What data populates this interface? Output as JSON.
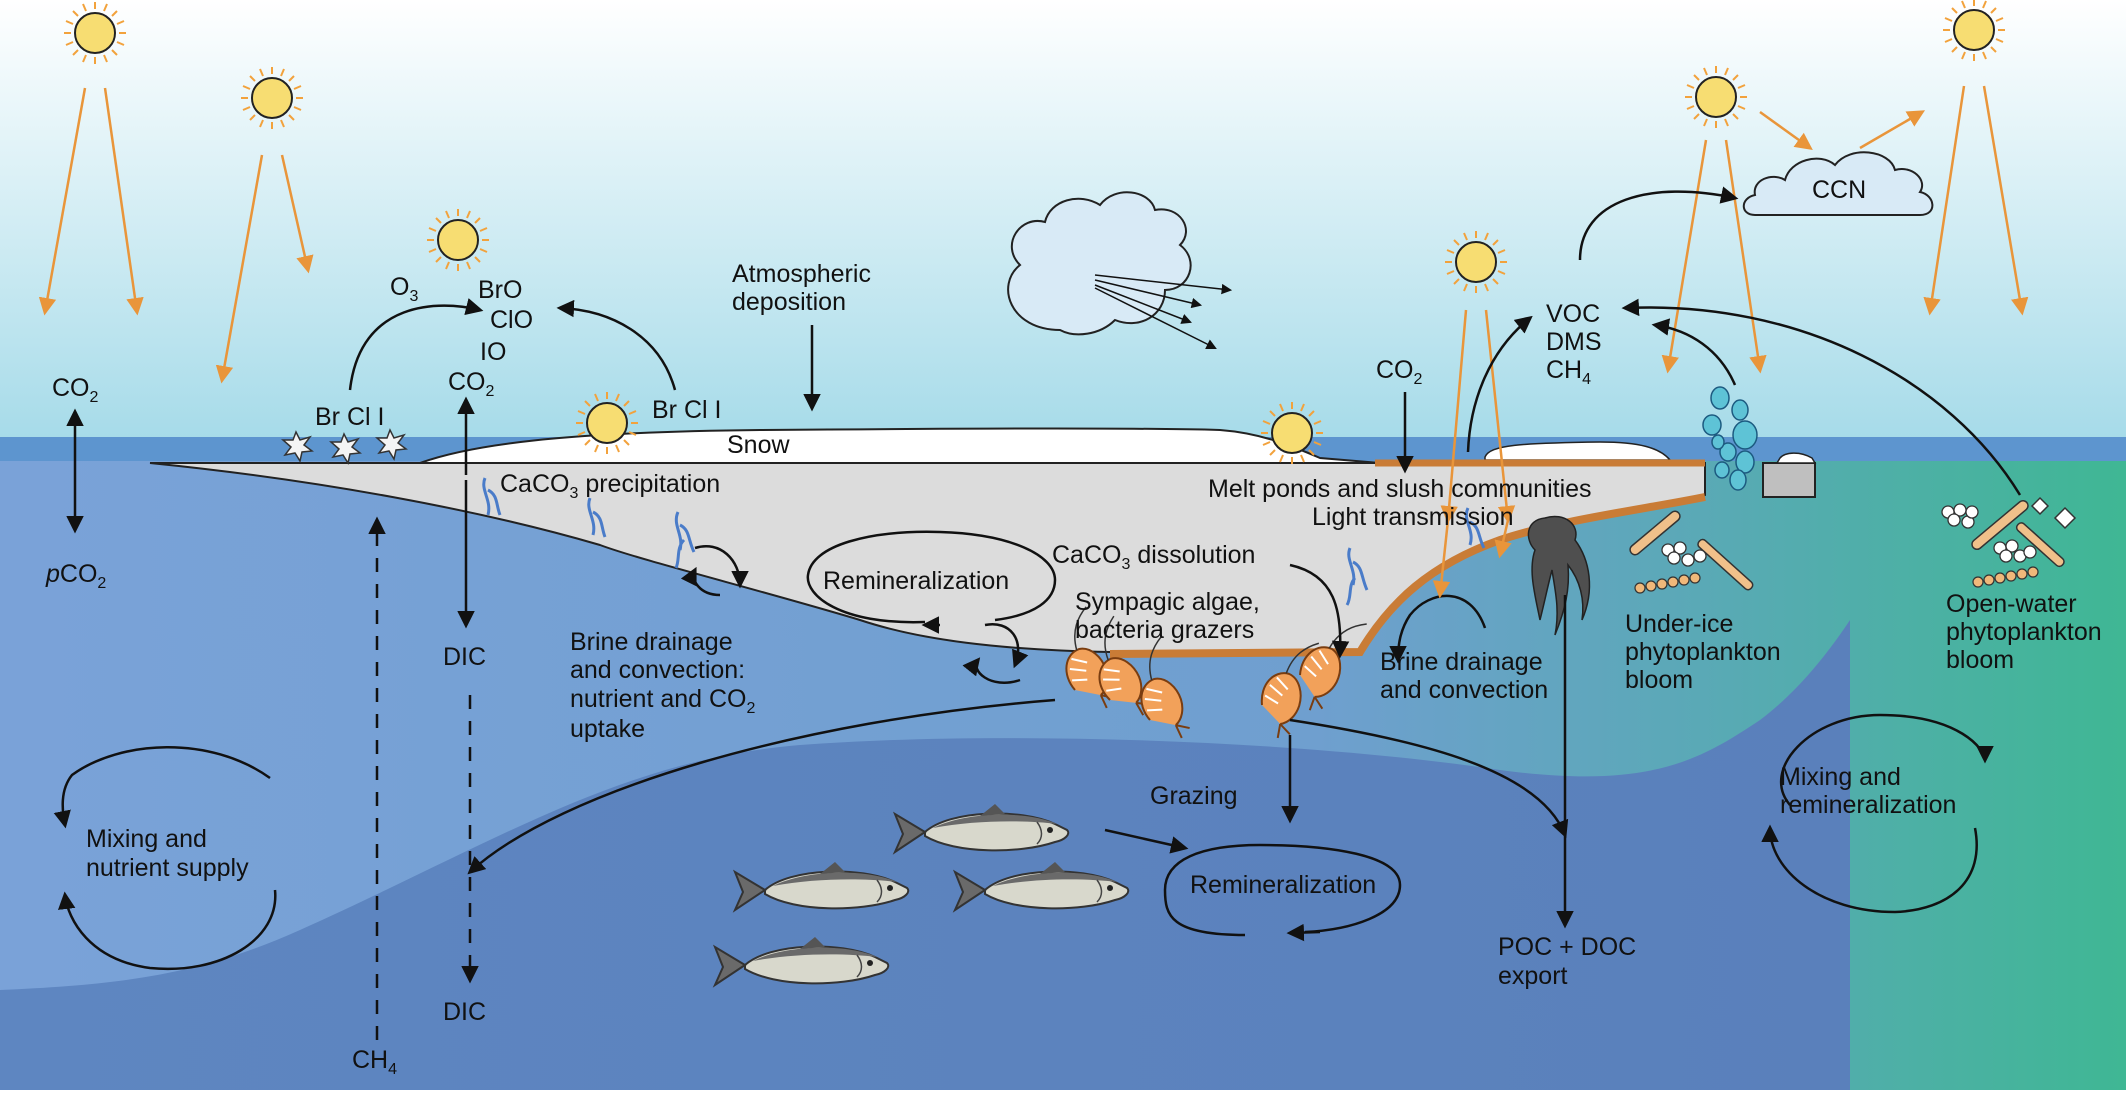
{
  "colors": {
    "sky_top": "#ffffff",
    "sky_bottom": "#a6dbe9",
    "sea_surface": "#5d95cf",
    "ocean_upper": "#7aa6d8",
    "ocean_deep": "#5b83bf",
    "ocean_green": "#41b697",
    "ice": "#dcdcdc",
    "snow": "#ffffff",
    "algae_layer": "#c97c36",
    "sun_fill": "#f7dd72",
    "sun_ray": "#f2a23c",
    "solar_arrow": "#e9953a",
    "cloud": "#d8eaf6",
    "line": "#111111",
    "brine_channel": "#4a7cc9",
    "bubble": "#5ec3d6"
  },
  "labels": {
    "co2_left": "CO",
    "co2_left_sub": "2",
    "pco2_prefix": "p",
    "pco2_main": "CO",
    "pco2_sub": "2",
    "o3": "O",
    "o3_sub": "3",
    "bro": "BrO",
    "clo": "ClO",
    "io": "IO",
    "co2_mid": "CO",
    "co2_mid_sub": "2",
    "brcli_left": "Br Cl I",
    "brcli_right": "Br Cl I",
    "atm_dep_1": "Atmospheric",
    "atm_dep_2": "deposition",
    "snow": "Snow",
    "caco3_precip_a": "CaCO",
    "caco3_precip_sub": "3",
    "caco3_precip_b": " precipitation",
    "remin_ice": "Remineralization",
    "caco3_dissol_a": "CaCO",
    "caco3_dissol_sub": "3",
    "caco3_dissol_b": " dissolution",
    "sympagic_1": "Sympagic algae,",
    "sympagic_2": "bacteria grazers",
    "brine_left_1": "Brine drainage",
    "brine_left_2": "and convection:",
    "brine_left_3a": "nutrient and CO",
    "brine_left_3sub": "2",
    "brine_left_4": "uptake",
    "dic_upper": "DIC",
    "dic_lower": "DIC",
    "ch4_bottom": "CH",
    "ch4_bottom_sub": "4",
    "mixing_left_1": "Mixing and",
    "mixing_left_2": "nutrient supply",
    "grazing": "Grazing",
    "remin_ocean": "Remineralization",
    "poc_1": "POC + DOC",
    "poc_2": "export",
    "melt_ponds": "Melt ponds and slush communities",
    "light_trans": "Light transmission",
    "co2_right": "CO",
    "co2_right_sub": "2",
    "voc": "VOC",
    "dms": "DMS",
    "ch4_top": "CH",
    "ch4_top_sub": "4",
    "ccn": "CCN",
    "brine_right_1": "Brine drainage",
    "brine_right_2": "and convection",
    "underice_1": "Under-ice",
    "underice_2": "phytoplankton",
    "underice_3": "bloom",
    "openwater_1": "Open-water",
    "openwater_2": "phytoplankton",
    "openwater_3": "bloom",
    "mixing_right_1": "Mixing and",
    "mixing_right_2": "remineralization"
  }
}
